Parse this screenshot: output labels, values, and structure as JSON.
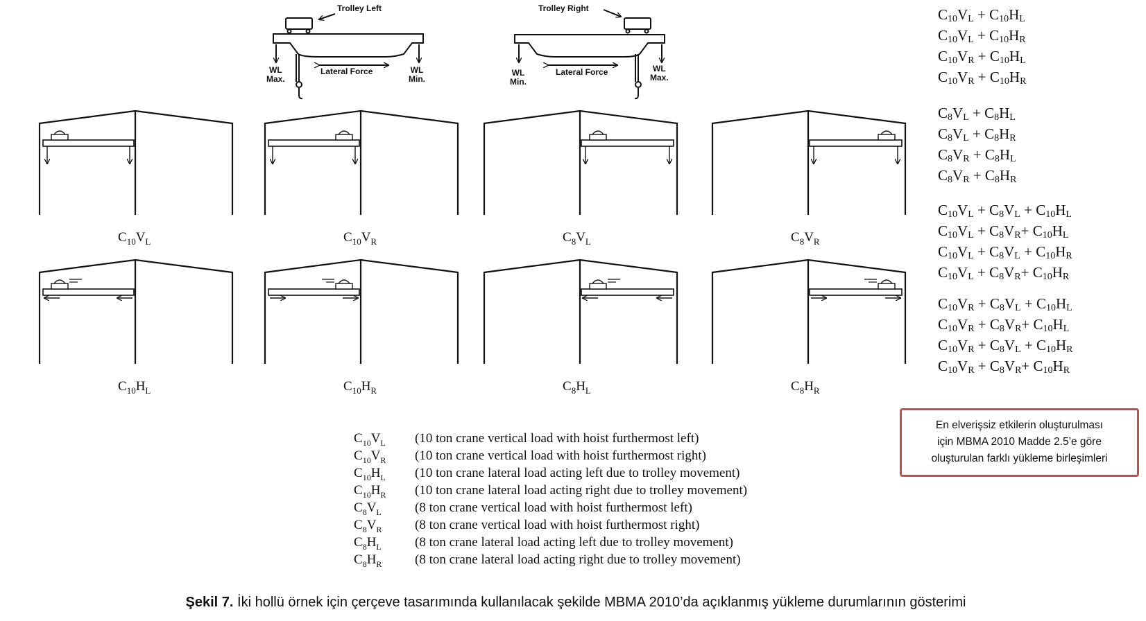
{
  "trolley_left": {
    "title": "Trolley Left",
    "lateral": "Lateral Force",
    "wl_max_1": "WL",
    "wl_max_2": "Max.",
    "wl_min_1": "WL",
    "wl_min_2": "Min."
  },
  "trolley_right": {
    "title": "Trolley Right",
    "lateral": "Lateral Force",
    "wl_min_1": "WL",
    "wl_min_2": "Min.",
    "wl_max_1": "WL",
    "wl_max_2": "Max."
  },
  "frames": [
    {
      "base": "C",
      "cap": "10",
      "letter": "V",
      "side": "L"
    },
    {
      "base": "C",
      "cap": "10",
      "letter": "V",
      "side": "R"
    },
    {
      "base": "C",
      "cap": "8",
      "letter": "V",
      "side": "L"
    },
    {
      "base": "C",
      "cap": "8",
      "letter": "V",
      "side": "R"
    },
    {
      "base": "C",
      "cap": "10",
      "letter": "H",
      "side": "L"
    },
    {
      "base": "C",
      "cap": "10",
      "letter": "H",
      "side": "R"
    },
    {
      "base": "C",
      "cap": "8",
      "letter": "H",
      "side": "L"
    },
    {
      "base": "C",
      "cap": "8",
      "letter": "H",
      "side": "R"
    }
  ],
  "combinations": [
    [
      "C10VL + C10HL",
      "C10VL + C10HR",
      "C10VR + C10HL",
      "C10VR + C10HR"
    ],
    [
      "C8VL + C8HL",
      "C8VL + C8HR",
      "C8VR + C8HL",
      "C8VR + C8HR"
    ],
    [
      "C10VL + C8VL + C10HL",
      "C10VL + C8VR+ C10HL",
      "C10VL + C8VL + C10HR",
      "C10VL + C8VR+ C10HR"
    ],
    [
      "C10VR + C8VL + C10HL",
      "C10VR + C8VR+ C10HL",
      "C10VR + C8VL + C10HR",
      "C10VR + C8VR+ C10HR"
    ]
  ],
  "legend": [
    {
      "sym": [
        "C",
        "10",
        "V",
        "L"
      ],
      "text": "(10 ton crane vertical load with hoist furthermost left)"
    },
    {
      "sym": [
        "C",
        "10",
        "V",
        "R"
      ],
      "text": "(10 ton crane vertical load with hoist furthermost right)"
    },
    {
      "sym": [
        "C",
        "10",
        "H",
        "L"
      ],
      "text": "(10 ton crane lateral load acting left due to trolley movement)"
    },
    {
      "sym": [
        "C",
        "10",
        "H",
        "R"
      ],
      "text": "(10 ton crane lateral load acting right due to trolley movement)"
    },
    {
      "sym": [
        "C",
        "8",
        "V",
        "L"
      ],
      "text": "(8 ton crane vertical load with hoist furthermost left)"
    },
    {
      "sym": [
        "C",
        "8",
        "V",
        "R"
      ],
      "text": "(8 ton crane vertical load with hoist furthermost right)"
    },
    {
      "sym": [
        "C",
        "8",
        "H",
        "L"
      ],
      "text": "(8 ton crane lateral load acting left due to trolley movement)"
    },
    {
      "sym": [
        "C",
        "8",
        "H",
        "R"
      ],
      "text": "(8 ton crane lateral load acting right due to trolley movement)"
    }
  ],
  "note": {
    "line1": "En elverişsiz etkilerin oluşturulması",
    "line2": "için  MBMA 2010 Madde 2.5’e göre",
    "line3": "oluşturulan farklı yükleme birleşimleri"
  },
  "caption": {
    "bold": "Şekil 7.",
    "text": " İki hollü örnek için çerçeve tasarımında kullanılacak şekilde MBMA 2010’da açıklanmış yükleme durumlarının gösterimi"
  }
}
